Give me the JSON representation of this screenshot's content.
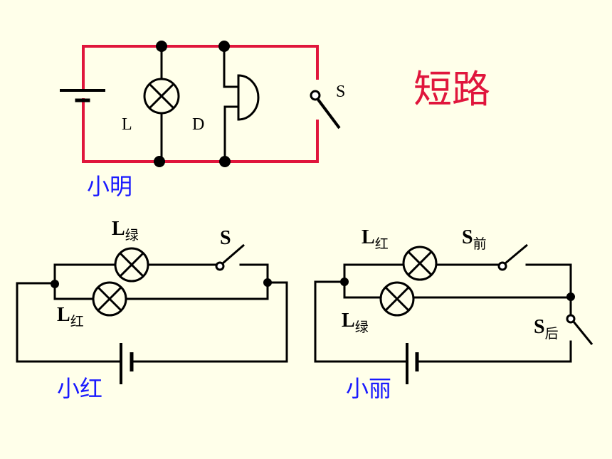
{
  "title": "短路",
  "colors": {
    "background": "#ffffea",
    "red_wire": "#e0163c",
    "caption_blue": "#1a1aff",
    "wire": "#000000"
  },
  "top_circuit": {
    "caption": "小明",
    "lamp_label": "L",
    "bell_label": "D",
    "switch_label": "S"
  },
  "left_circuit": {
    "caption": "小红",
    "lamp_top": {
      "main": "L",
      "sub": "绿"
    },
    "lamp_bottom": {
      "main": "L",
      "sub": "红"
    },
    "switch": {
      "main": "S",
      "sub": ""
    }
  },
  "right_circuit": {
    "caption": "小丽",
    "lamp_top": {
      "main": "L",
      "sub": "红"
    },
    "lamp_bottom": {
      "main": "L",
      "sub": "绿"
    },
    "switch_front": {
      "main": "S",
      "sub": "前"
    },
    "switch_back": {
      "main": "S",
      "sub": "后"
    }
  }
}
